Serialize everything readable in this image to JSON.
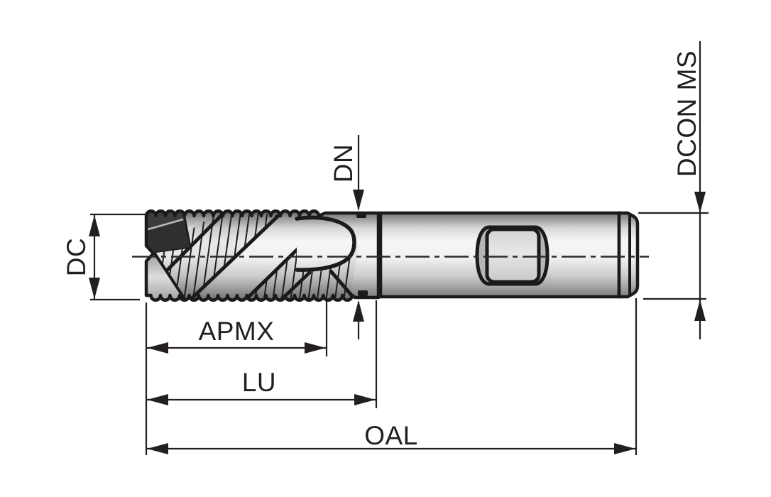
{
  "diagram": {
    "type": "technical-drawing",
    "subject": "End mill cutter side view with dimension callouts",
    "background_color": "#ffffff",
    "line_color": "#231f20",
    "metal_light_color": "#f6f6f6",
    "metal_dark_color": "#6d6d6d",
    "tip_dark_color": "#3c3c3c",
    "labels": {
      "dc": "DC",
      "dn": "DN",
      "dcon_ms": "DCON MS",
      "apmx": "APMX",
      "lu": "LU",
      "oal": "OAL"
    }
  }
}
